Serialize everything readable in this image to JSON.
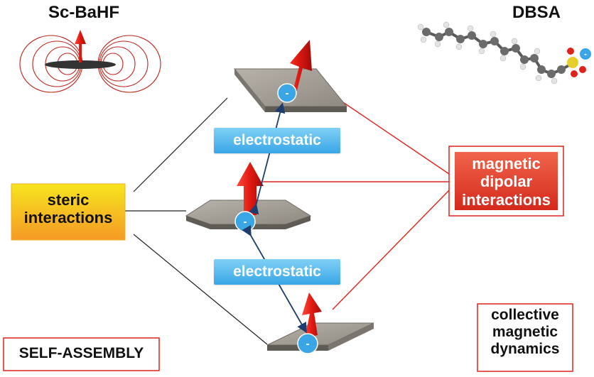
{
  "title_left": "Sc-BaHF",
  "title_right": "DBSA",
  "electrostatic_top": "electrostatic",
  "electrostatic_bottom": "electrostatic",
  "steric_box": {
    "line1": "steric",
    "line2": "interactions"
  },
  "magnetic_box": {
    "line1": "magnetic",
    "line2": "dipolar",
    "line3": "interactions"
  },
  "collective_box": {
    "line1": "collective",
    "line2": "magnetic",
    "line3": "dynamics"
  },
  "self_assembly": "SELF-ASSEMBLY",
  "charge_symbol": "-",
  "colors": {
    "red": "#e0221a",
    "blue": "#3aa6e6",
    "navy": "#1c3d6e",
    "platelet": "#9a958d",
    "orange": "#f5a623",
    "yellow": "#f4e21f"
  }
}
